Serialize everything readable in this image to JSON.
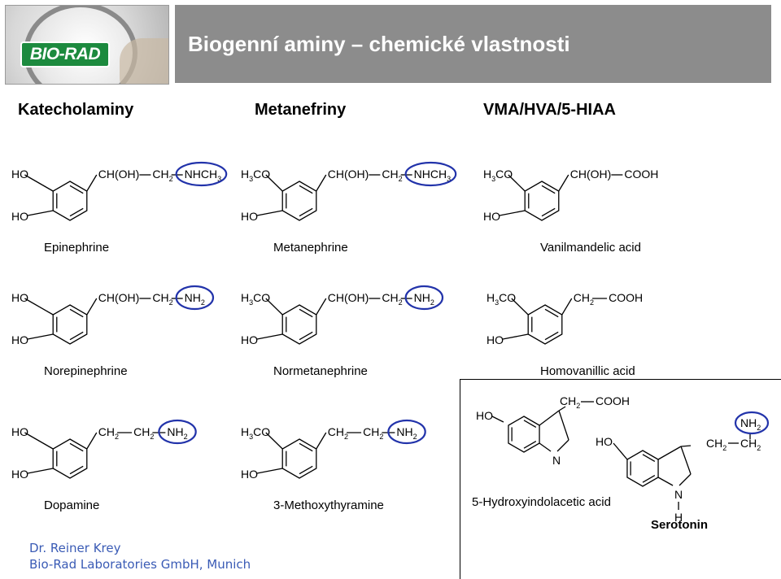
{
  "header": {
    "title": "Biogenní aminy – chemické vlastnosti",
    "logo_text": "BIO-RAD"
  },
  "columns": [
    "Katecholaminy",
    "Metanefriny",
    "VMA/HVA/5-HIAA"
  ],
  "compounds": {
    "epinephrine": {
      "name": "Epinephrine",
      "top_left": "HO",
      "bottom_left": "HO",
      "chain": [
        "CH(OH)",
        "CH 2",
        "NHCH 3"
      ]
    },
    "metanephrine": {
      "name": "Metanephrine",
      "top_left": "H 3 CO",
      "bottom_left": "HO",
      "chain": [
        "CH(OH)",
        "CH 2",
        "NHCH 3"
      ]
    },
    "vanilmandelic": {
      "name": "Vanilmandelic acid",
      "top_left": "H 3 CO",
      "bottom_left": "HO",
      "chain": [
        "CH(OH)",
        "COOH"
      ]
    },
    "norepinephrine": {
      "name": "Norepinephrine",
      "top_left": "HO",
      "bottom_left": "HO",
      "chain": [
        "CH(OH)",
        "CH 2",
        "NH 2"
      ]
    },
    "normetanephrine": {
      "name": "Normetanephrine",
      "top_left": "H 3 CO",
      "bottom_left": "HO",
      "chain": [
        "CH(OH)",
        "CH 2",
        "NH 2"
      ]
    },
    "homovanillic": {
      "name": "Homovanillic acid",
      "top_left": "H 3 CO",
      "bottom_left": "HO",
      "chain": [
        "CH 2",
        "COOH"
      ]
    },
    "dopamine": {
      "name": "Dopamine",
      "top_left": "HO",
      "bottom_left": "HO",
      "chain": [
        "CH 2",
        "CH 2",
        "NH 2"
      ]
    },
    "methoxythyramine": {
      "name": "3-Methoxythyramine",
      "top_left": "H 3 CO",
      "bottom_left": "HO",
      "chain": [
        "CH 2",
        "CH 2",
        "NH 2"
      ]
    },
    "hiaa": {
      "name": "5-Hydroxyindolacetic acid",
      "ho": "HO",
      "chain": [
        "CH 2",
        "COOH"
      ],
      "n": "N"
    },
    "serotonin": {
      "name": "Serotonin",
      "ho": "HO",
      "chain": [
        "CH 2",
        "CH 2"
      ],
      "amine": "NH 2",
      "n": "N",
      "h": "H"
    }
  },
  "footer": {
    "author": "Dr. Reiner Krey",
    "company": "Bio-Rad Laboratories GmbH, Munich"
  },
  "colors": {
    "header_bg": "#8c8c8c",
    "highlight_circle": "#2233aa",
    "footer_text": "#3a5bb5",
    "logo_green": "#1c8a3e"
  }
}
